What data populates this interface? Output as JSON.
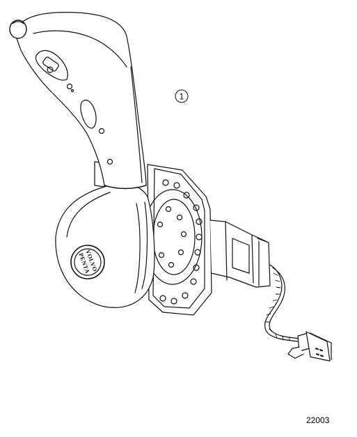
{
  "callout": {
    "label": "1"
  },
  "logo": {
    "line1": "VOLVO",
    "line2": "PENTA"
  },
  "figure_number": "22003"
}
